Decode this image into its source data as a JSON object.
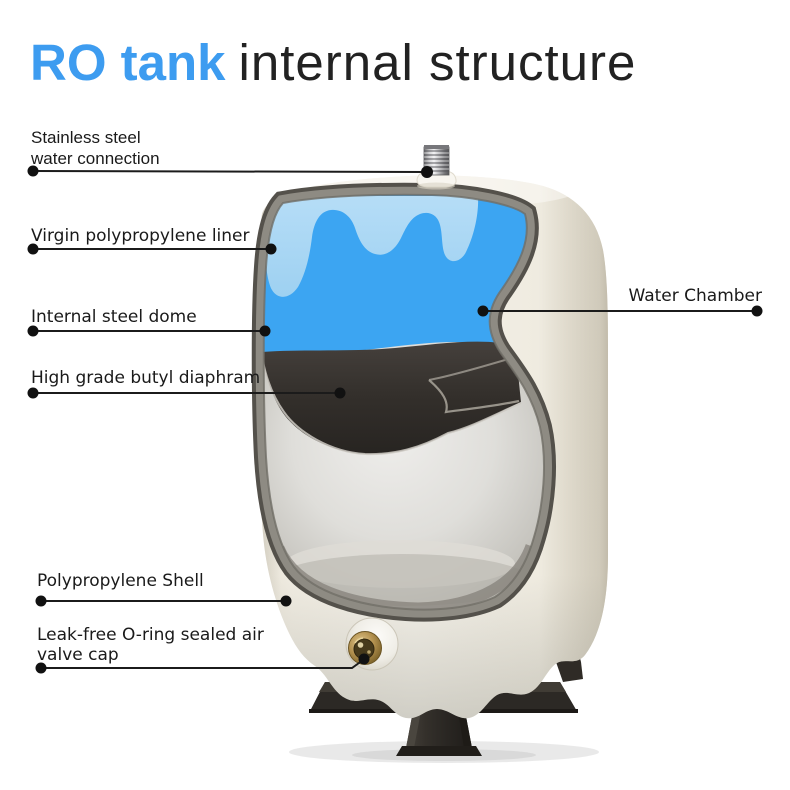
{
  "title": {
    "product": "RO tank",
    "subtitle": "internal structure"
  },
  "labels": {
    "water_connection": {
      "line1": "Stainless steel",
      "line2": "water connection"
    },
    "liner": {
      "text": "Virgin polypropylene liner"
    },
    "steel_dome": {
      "text": "Internal steel dome"
    },
    "diaphragm": {
      "text": "High grade butyl diaphram"
    },
    "water_chamber": {
      "text": "Water Chamber"
    },
    "shell": {
      "text": "Polypropylene Shell"
    },
    "air_valve": {
      "line1": "Leak-free O-ring sealed air",
      "line2": "valve cap"
    }
  },
  "colors": {
    "title_accent": "#3D9CF0",
    "title_text": "#222222",
    "label_text": "#1A1A1A",
    "leader_line": "#1B1B1B",
    "water_blue": "#42A8F3",
    "water_light": "#A9D6F2",
    "diaphragm_dark": "#36312D",
    "shell_cream": "#F1EDE4",
    "dome_gray": "#C9C7C2",
    "rim_gray": "#8E8B83",
    "base_dark": "#2B2824",
    "valve_brass": "#A98A4A"
  }
}
